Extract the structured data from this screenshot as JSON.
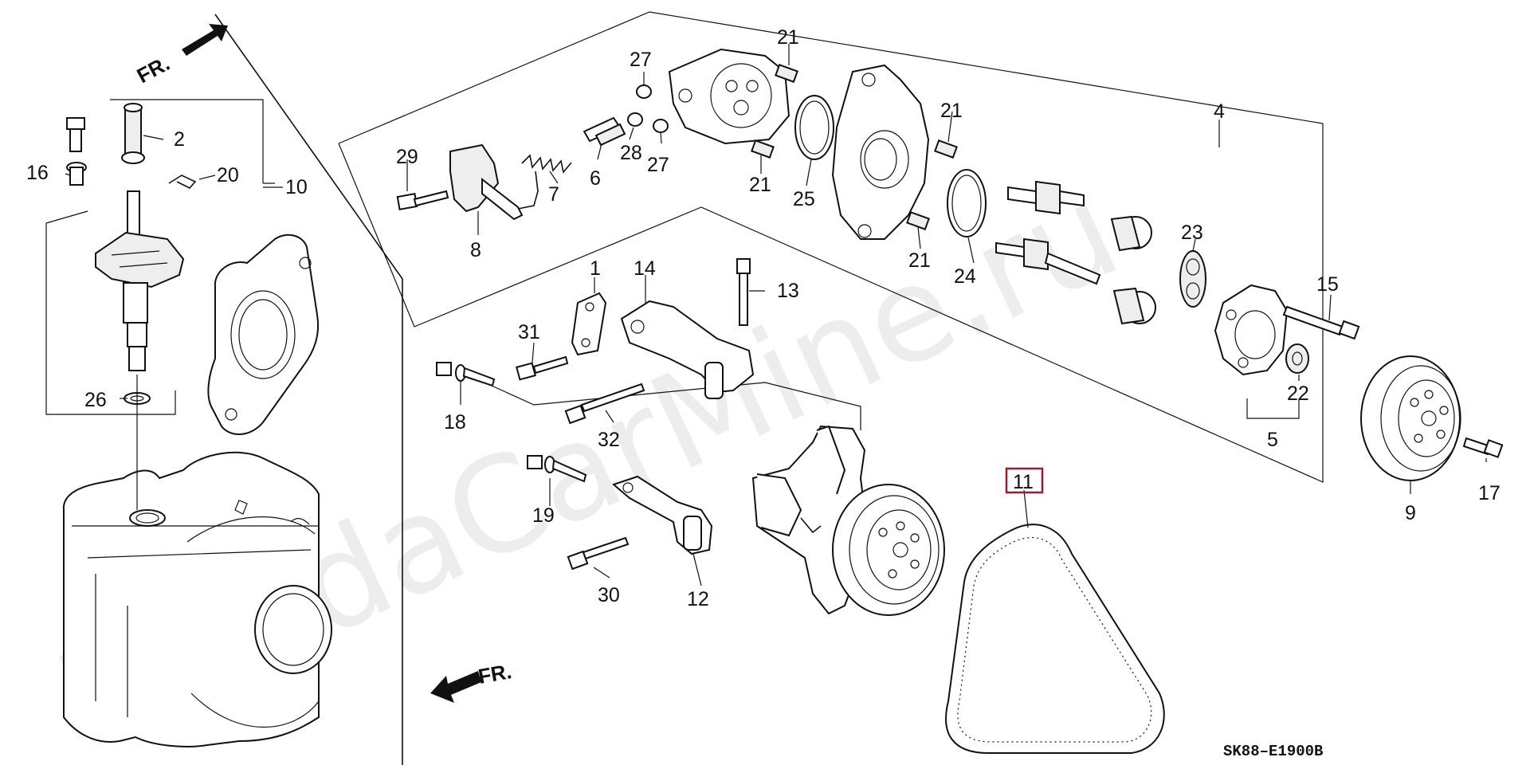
{
  "diagram": {
    "watermark": "HondaCarMine.ru",
    "front_label": "FR.",
    "code": "SK88–E1900B",
    "highlighted_callout": "11",
    "callouts": {
      "c1": "1",
      "c2": "2",
      "c4": "4",
      "c5": "5",
      "c6": "6",
      "c7": "7",
      "c8": "8",
      "c9": "9",
      "c10": "10",
      "c11": "11",
      "c12": "12",
      "c13": "13",
      "c14": "14",
      "c15": "15",
      "c16": "16",
      "c17": "17",
      "c18": "18",
      "c19": "19",
      "c20": "20",
      "c21a": "21",
      "c21b": "21",
      "c21c": "21",
      "c21d": "21",
      "c22": "22",
      "c23": "23",
      "c24": "24",
      "c25": "25",
      "c26": "26",
      "c27a": "27",
      "c27b": "27",
      "c28": "28",
      "c29": "29",
      "c30": "30",
      "c31": "31",
      "c32": "32"
    }
  }
}
